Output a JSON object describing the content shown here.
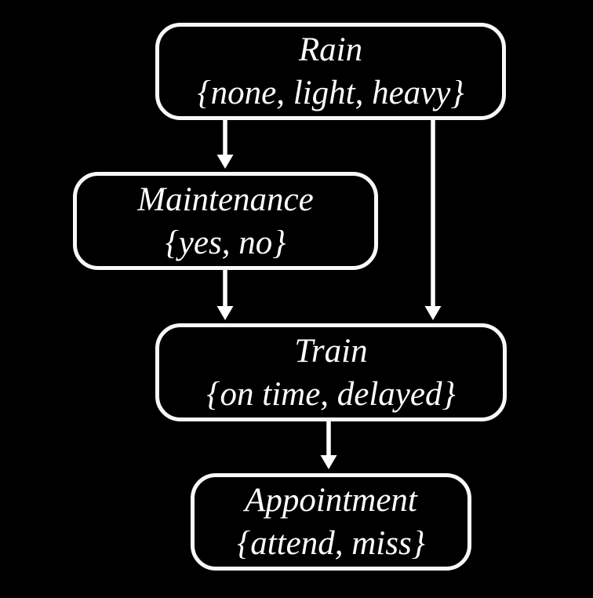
{
  "diagram": {
    "type": "bayesian-network",
    "background_color": "#000000",
    "node_border_color": "#f8f8f8",
    "node_fill_color": "#000000",
    "text_color": "#ffffff",
    "arrow_color": "#ffffff",
    "nodes": [
      {
        "id": "rain",
        "label": "Rain",
        "values": "{none, light, heavy}"
      },
      {
        "id": "maintenance",
        "label": "Maintenance",
        "values": "{yes, no}"
      },
      {
        "id": "train",
        "label": "Train",
        "values": "{on time, delayed}"
      },
      {
        "id": "appointment",
        "label": "Appointment",
        "values": "{attend, miss}"
      }
    ],
    "edges": [
      {
        "from": "rain",
        "to": "maintenance"
      },
      {
        "from": "rain",
        "to": "train"
      },
      {
        "from": "maintenance",
        "to": "train"
      },
      {
        "from": "train",
        "to": "appointment"
      }
    ]
  }
}
